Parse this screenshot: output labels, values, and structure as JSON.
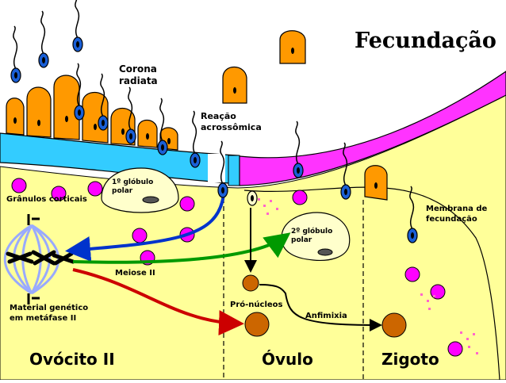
{
  "title": "Fecundação",
  "labels": {
    "corona_radiata": "Corona\nradiata",
    "reacao_acrossomica": "Reação\nacrossômica",
    "granulos_corticais": "Grânulos corticais",
    "primeiro_globulo_polar": "1º glóbulo\npolar",
    "segundo_globulo_polar": "2º glóbulo\npolar",
    "membrana_fecundacao": "Membrana de\nfecundação",
    "meiose_ii": "Meiose II",
    "material_genetico": "Material genético\nem metáfase II",
    "pro_nucleos": "Pró-núcleos",
    "anfimixia": "Anfimixia"
  },
  "stages": [
    "Ovócito II",
    "Óvulo",
    "Zigoto"
  ],
  "colors": {
    "cytoplasm": "#ffff99",
    "zona_pellucida": "#33ccff",
    "corona_cells": "#ff9900",
    "sperm_head": "#1a5fd6",
    "cortical_granules": "#ff00ff",
    "fertilization_membrane": "#ff33ff",
    "pronucleus": "#cc6600",
    "arrow_blue": "#0033cc",
    "arrow_green": "#009900",
    "arrow_red": "#cc0000",
    "spindle": "#99aaff"
  }
}
